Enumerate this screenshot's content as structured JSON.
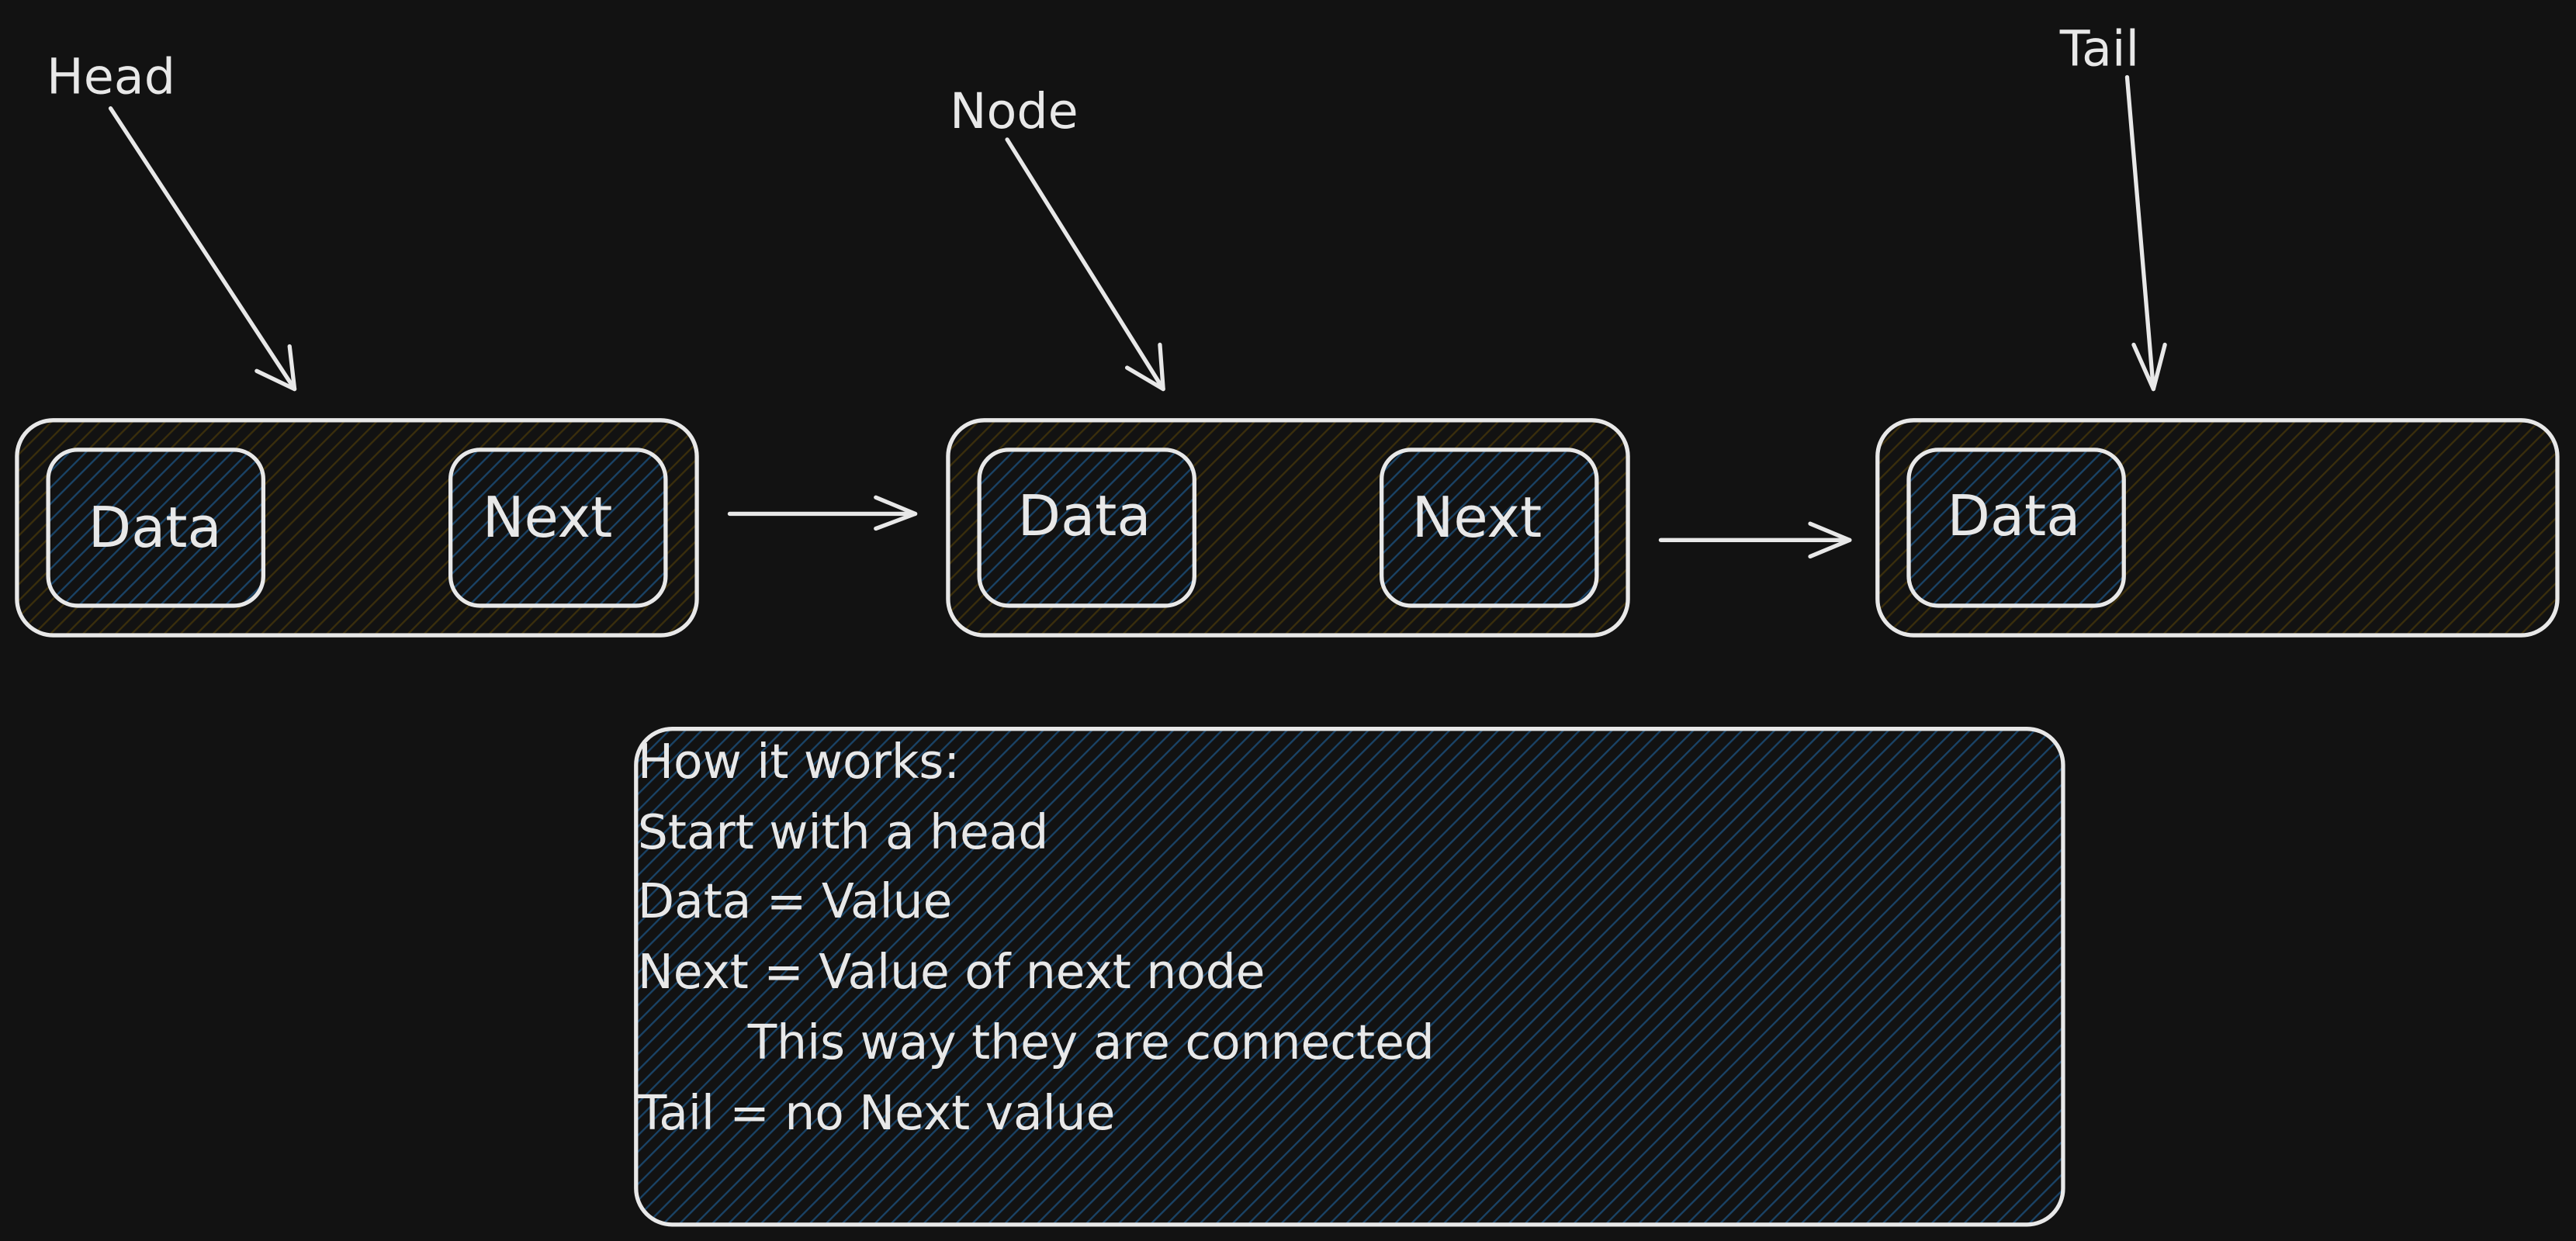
{
  "labels": {
    "head": "Head",
    "node": "Node",
    "tail": "Tail"
  },
  "nodes": [
    {
      "data_label": "Data",
      "next_label": "Next"
    },
    {
      "data_label": "Data",
      "next_label": "Next"
    },
    {
      "data_label": "Data"
    }
  ],
  "notes": {
    "lines": [
      "How it works:",
      "Start with a head",
      "Data = Value",
      "Next = Value of next node",
      "This way they are connected",
      "Tail = no Next value"
    ]
  },
  "colors": {
    "background": "#121212",
    "stroke": "#e8e8e8",
    "node_fill_hatch": "#3a2e0c",
    "field_fill_hatch": "#1a4366",
    "notes_fill_hatch": "#1a4366"
  }
}
